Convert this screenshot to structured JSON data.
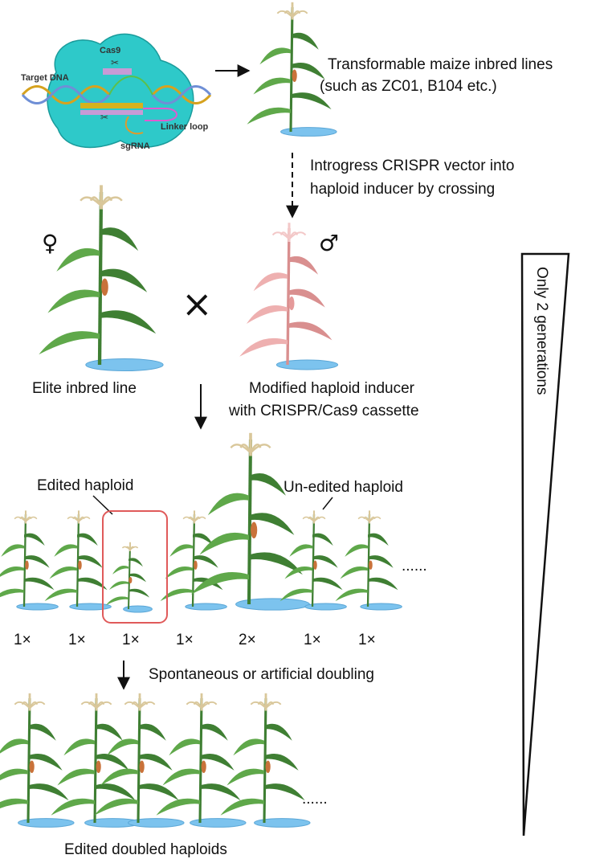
{
  "cas9_schematic": {
    "cas9_label": "Cas9",
    "target_dna_label": "Target DNA",
    "linker_loop_label": "Linker loop",
    "sgrna_label": "sgRNA"
  },
  "steps": {
    "transformable_line1": "Transformable maize inbred lines",
    "transformable_line2": "(such as ZC01, B104 etc.)",
    "introgress_line1": "Introgress CRISPR vector into",
    "introgress_line2": "haploid inducer by crossing",
    "female_symbol": "♀",
    "male_symbol": "♂",
    "cross_symbol": "×",
    "elite_label": "Elite inbred line",
    "inducer_line1": "Modified haploid inducer",
    "inducer_line2": "with CRISPR/Cas9 cassette",
    "edited_haploid": "Edited haploid",
    "unedited_haploid": "Un-edited haploid",
    "ellipsis": "......",
    "doubling": "Spontaneous or artificial doubling",
    "final_label": "Edited doubled haploids"
  },
  "ploidy_labels": [
    "1×",
    "1×",
    "1×",
    "1×",
    "2×",
    "1×",
    "1×"
  ],
  "generations_label": "Only 2 generations",
  "colors": {
    "cas9_body": "#2ec9c9",
    "leaf": "#5fa84a",
    "leaf_dark": "#3f7f33",
    "tassel": "#d9c79a",
    "ear": "#c9723a",
    "pot": "#7cc3ee",
    "inducer_plant": "#eeb0b0",
    "highlight_box": "#e05a5a"
  }
}
